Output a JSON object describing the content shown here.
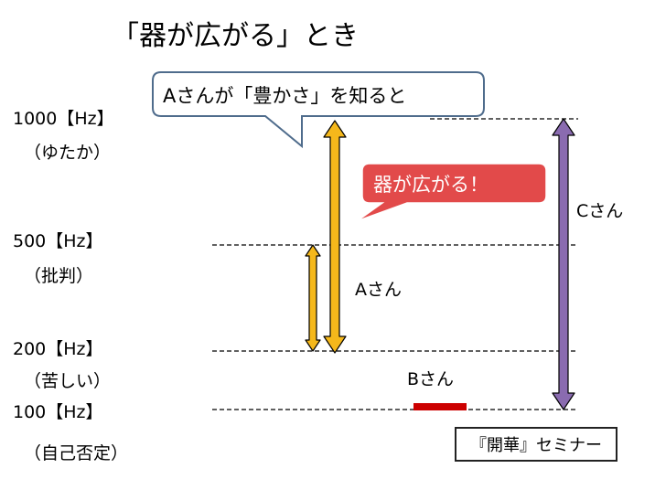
{
  "title": "「器が広がる」とき",
  "levels": [
    {
      "freq": "1000【Hz】",
      "desc": "（ゆたか）"
    },
    {
      "freq": "500【Hz】",
      "desc": "（批判）"
    },
    {
      "freq": "200【Hz】",
      "desc": "（苦しい）"
    },
    {
      "freq": "100【Hz】",
      "desc": "（自己否定）"
    }
  ],
  "callouts": {
    "top": "Aさんが「豊かさ」を知ると",
    "red": "器が広がる！"
  },
  "persons": {
    "a": "Aさん",
    "b": "Bさん",
    "c": "Cさん"
  },
  "footer": "『開華』セミナー",
  "colors": {
    "a_arrow": "#f5b81b",
    "b_bar": "#cc0000",
    "c_arrow": "#8a6bb0",
    "red_callout": "#e24a4a",
    "callout_border": "#4f6c8c"
  }
}
